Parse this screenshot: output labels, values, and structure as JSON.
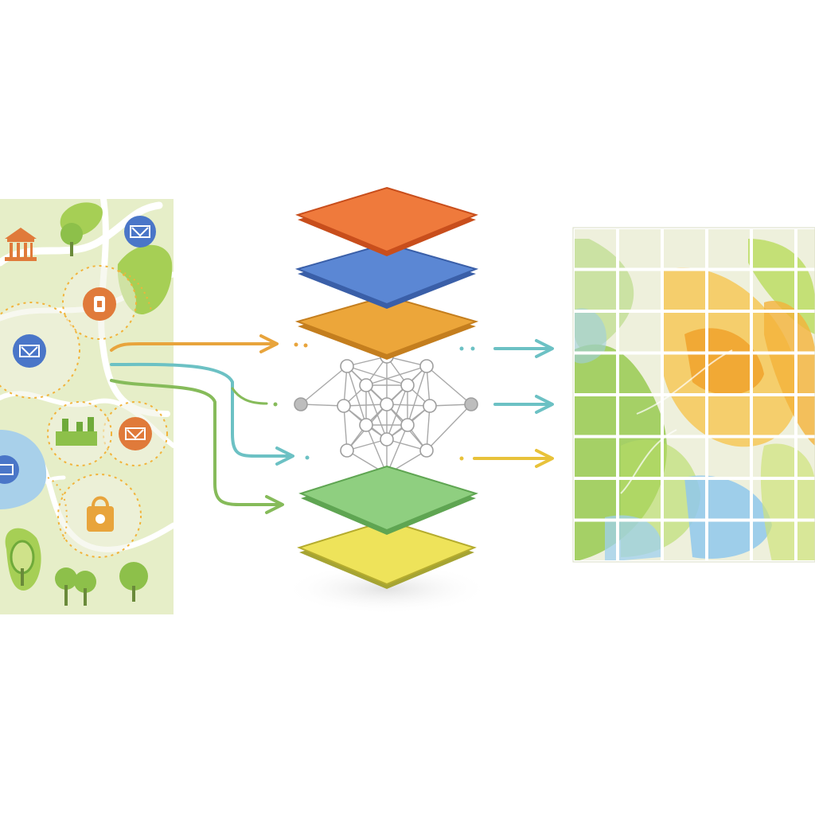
{
  "colors": {
    "layer_orange": "#ef7a3c",
    "layer_blue": "#5b87d4",
    "layer_amber": "#eca63a",
    "layer_green": "#8fcf80",
    "layer_yellow": "#eee35a",
    "map_bg": "#e6eec8",
    "arrow_orange": "#e8a43c",
    "arrow_teal": "#6cc1c4",
    "arrow_green": "#86bb5a",
    "arrow_yellow": "#e8c23a",
    "node_gray": "#bdbdbd",
    "grid_line": "#ffffff"
  },
  "map_icons": [
    "temple-icon",
    "tree-icon",
    "museum-icon",
    "lighthouse-icon",
    "museum-icon",
    "factory-icon",
    "museum-icon",
    "museum-icon",
    "shop-icon",
    "tree-icon",
    "tree-icon",
    "tree-icon"
  ],
  "layers": [
    "orange-layer",
    "blue-layer",
    "amber-layer",
    "green-layer",
    "yellow-layer"
  ],
  "grid": {
    "rows": 8,
    "cols": 6
  }
}
